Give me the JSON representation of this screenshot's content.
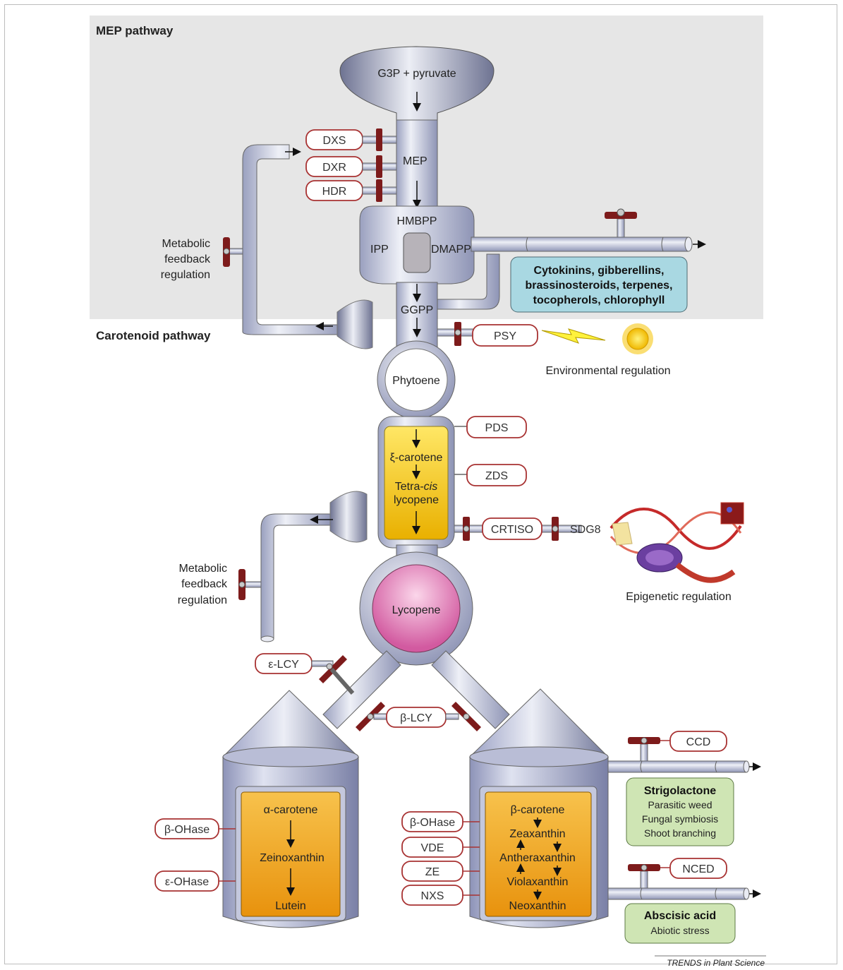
{
  "sections": {
    "mep": "MEP pathway",
    "carotenoid": "Carotenoid pathway"
  },
  "metabolites": {
    "g3p": "G3P + pyruvate",
    "mep": "MEP",
    "hmbpp": "HMBPP",
    "ipp": "IPP",
    "dmapp": "DMAPP",
    "ggpp": "GGPP",
    "phytoene": "Phytoene",
    "zeta": "ξ-carotene",
    "tetra1": "Tetra-",
    "tetra_cis": "cis",
    "tetra2": "lycopene",
    "lycopene": "Lycopene",
    "alpha": "α-carotene",
    "zeinox": "Zeinoxanthin",
    "lutein": "Lutein",
    "beta": "β-carotene",
    "zeax": "Zeaxanthin",
    "anther": "Antheraxanthin",
    "viola": "Violaxanthin",
    "neox": "Neoxanthin"
  },
  "enzymes": {
    "dxs": "DXS",
    "dxr": "DXR",
    "hdr": "HDR",
    "psy": "PSY",
    "pds": "PDS",
    "zds": "ZDS",
    "crtiso": "CRTISO",
    "sdg8": "SDG8",
    "elcy": "ε-LCY",
    "blcy": "β-LCY",
    "bohase_left": "β-OHase",
    "eohase": "ε-OHase",
    "bohase_right": "β-OHase",
    "vde": "VDE",
    "ze": "ZE",
    "nxs": "NXS",
    "ccd": "CCD",
    "nced": "NCED"
  },
  "regulation": {
    "meta1_l1": "Metabolic",
    "meta1_l2": "feedback",
    "meta1_l3": "regulation",
    "meta2_l1": "Metabolic",
    "meta2_l2": "feedback",
    "meta2_l3": "regulation",
    "environmental": "Environmental regulation",
    "epigenetic": "Epigenetic regulation"
  },
  "products": {
    "cyto_l1": "Cytokinins, gibberellins,",
    "cyto_l2": "brassinosteroids, terpenes,",
    "cyto_l3": "tocopherols, chlorophyll",
    "strigo_title": "Strigolactone",
    "strigo_l1": "Parasitic weed",
    "strigo_l2": "Fungal symbiosis",
    "strigo_l3": "Shoot branching",
    "aba_title": "Abscisic acid",
    "aba_l1": "Abiotic stress"
  },
  "credit": "TRENDS in Plant Science",
  "colors": {
    "mep_bg": "#e6e6e6",
    "pipe": "#c9ccdf",
    "valve": "#7d1b1b",
    "enzyme_border": "#a83232",
    "yellow": "#f5c400",
    "orange": "#f1a520",
    "pink": "#e07ab8",
    "cyan_box": "#a9d8e2",
    "green_box": "#cfe5b4"
  }
}
